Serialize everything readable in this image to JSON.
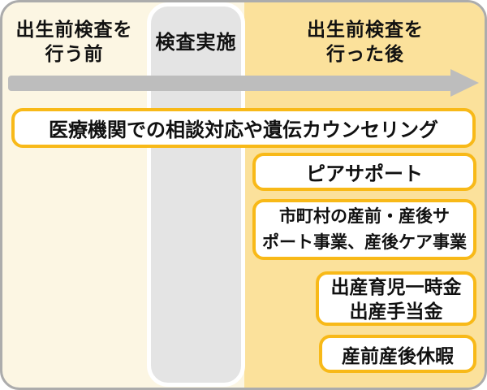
{
  "phases": {
    "before": {
      "label": "出生前検査を\n行う前"
    },
    "during": {
      "label": "検査実施"
    },
    "after": {
      "label": "出生前検査を\n行った後"
    }
  },
  "support_boxes": [
    {
      "label": "医療機関での相談対応や遺伝カウンセリング",
      "phase_span": "before-during-after"
    },
    {
      "label": "ピアサポート",
      "phase_span": "after"
    },
    {
      "label": "市町村の産前・産後サ\nポート事業、産後ケア事業",
      "phase_span": "after"
    },
    {
      "label": "出産育児一時金\n出産手当金",
      "phase_span": "after"
    },
    {
      "label": "産前産後休暇",
      "phase_span": "after"
    }
  ],
  "colors": {
    "before_panel_bg": "#FCF6E3",
    "after_panel_bg": "#FBE19B",
    "during_column_bg": "#E4E4E4",
    "column_outline": "#FFFFFF",
    "arrow": "#BDBDBD",
    "box_border": "#F8B918",
    "box_bg": "#FFFFFF",
    "outer_border": "#ACACAC",
    "text": "#111111"
  }
}
